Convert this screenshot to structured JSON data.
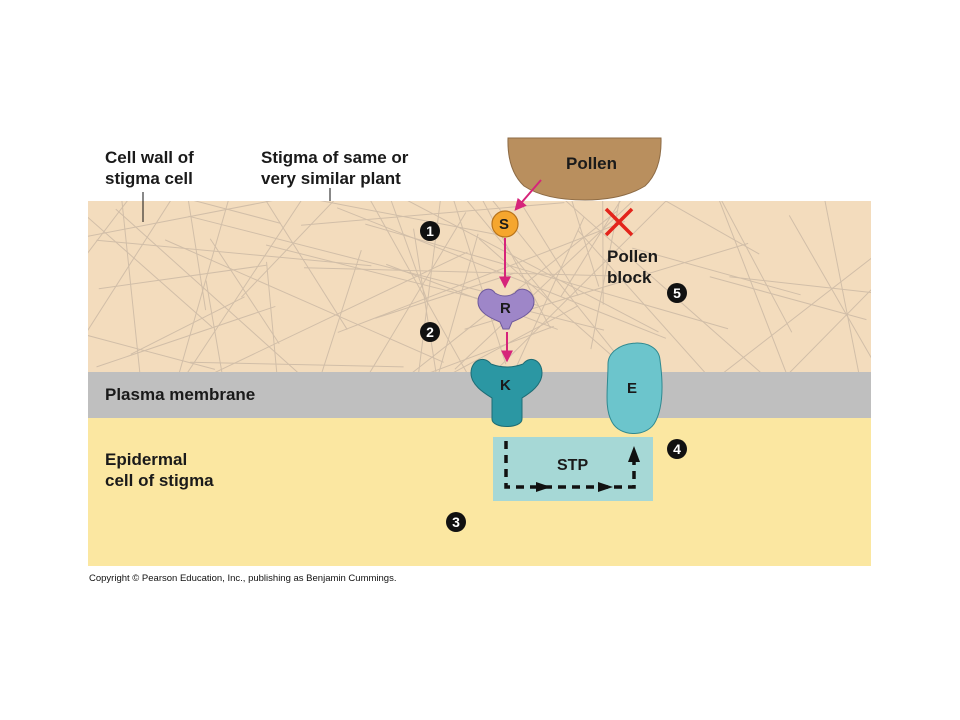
{
  "labels": {
    "cell_wall": [
      "Cell wall of",
      "stigma cell"
    ],
    "stigma": [
      "Stigma of same or",
      "very similar plant"
    ],
    "pollen": "Pollen",
    "pollen_block": [
      "Pollen",
      "block"
    ],
    "plasma_membrane": "Plasma membrane",
    "epidermal": [
      "Epidermal",
      "cell of stigma"
    ],
    "copyright": "Copyright © Pearson Education, Inc., publishing as Benjamin Cummings."
  },
  "molecules": {
    "s": "S",
    "r": "R",
    "k": "K",
    "e": "E",
    "stp": "STP"
  },
  "steps": [
    "1",
    "2",
    "3",
    "4",
    "5"
  ],
  "colors": {
    "cell_wall_bg": "#f3dcbd",
    "membrane": "#bfbfbf",
    "cytoplasm": "#fbe7a1",
    "pollen": "#b98f5e",
    "s_molecule": "#f5a62e",
    "r_molecule": "#9e86c8",
    "k_receptor": "#2b97a3",
    "e_protein": "#6cc5cc",
    "stp_box": "#a6d8d6",
    "arrow": "#d6247a",
    "block_x": "#e3241b"
  }
}
